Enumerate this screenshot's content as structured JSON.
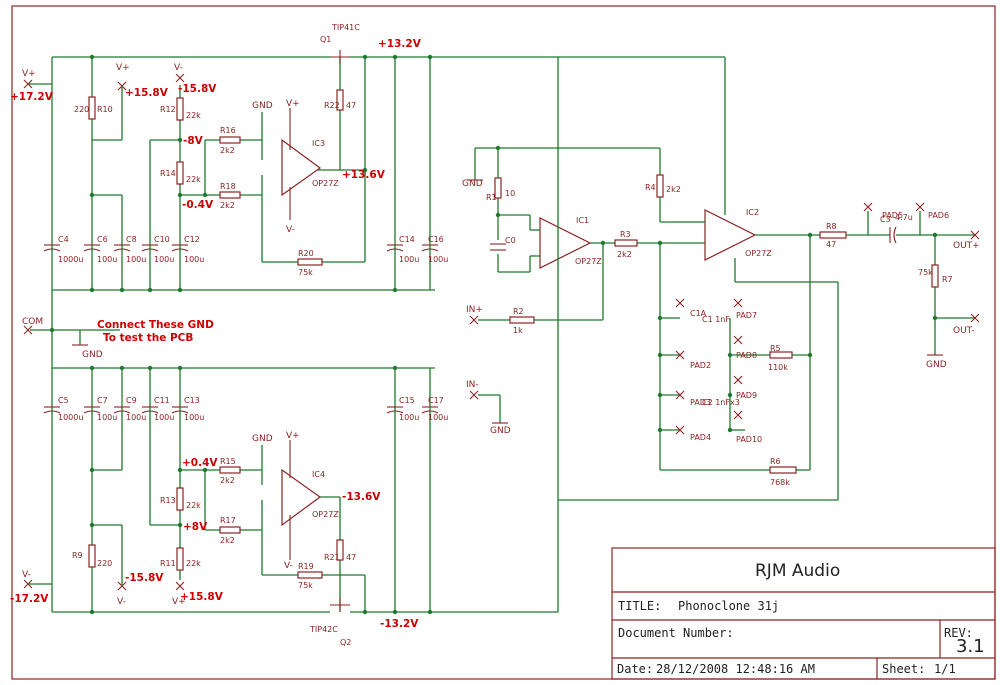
{
  "notes": {
    "line1": "Connect These GND",
    "line2": "To test the PCB"
  },
  "voltages": {
    "v_pos_in": "+17.2V",
    "v_neg_in": "-17.2V",
    "v_158p_top": "+15.8V",
    "v_158n_top": "-15.8V",
    "v_8n": "-8V",
    "v_04n": "-0.4V",
    "v_136p": "+13.6V",
    "v_132p": "+13.2V",
    "v_132n": "-13.2V",
    "v_04p": "+0.4V",
    "v_8p": "+8V",
    "v_136n": "-13.6V",
    "v_158n_bot": "-15.8V",
    "v_158p_bot": "+15.8V"
  },
  "nets": {
    "vplus": "V+",
    "vminus": "V-",
    "gnd": "GND",
    "com": "COM",
    "in_plus": "IN+",
    "in_minus": "IN-",
    "out_plus": "OUT+",
    "out_minus": "OUT-"
  },
  "components": {
    "q1": "Q1",
    "q1_type": "TIP41C",
    "q2": "Q2",
    "q2_type": "TIP42C",
    "r10": "R10",
    "r10_v": "220",
    "r9": "R9",
    "r9_v": "220",
    "r12": "R12",
    "r12_v": "22k",
    "r14": "R14",
    "r14_v": "22k",
    "r13": "R13",
    "r13_v": "22k",
    "r11": "R11",
    "r11_v": "22k",
    "r16": "R16",
    "r16_v": "2k2",
    "r18": "R18",
    "r18_v": "2k2",
    "r15": "R15",
    "r15_v": "2k2",
    "r17": "R17",
    "r17_v": "2k2",
    "r22": "R22",
    "r22_v": "47",
    "r21": "R21",
    "r21_v": "47",
    "r20": "R20",
    "r20_v": "75k",
    "r19": "R19",
    "r19_v": "75k",
    "ic3": "IC3",
    "ic3_t": "OP27Z",
    "ic4": "IC4",
    "ic4_t": "OP27Z",
    "ic1": "IC1",
    "ic1_t": "OP27Z",
    "ic2": "IC2",
    "ic2_t": "OP27Z",
    "c4": "C4",
    "c4_v": "1000u",
    "c6": "C6",
    "c6_v": "100u",
    "c8": "C8",
    "c8_v": "100u",
    "c10": "C10",
    "c10_v": "100u",
    "c12": "C12",
    "c12_v": "100u",
    "c14": "C14",
    "c14_v": "100u",
    "c16": "C16",
    "c16_v": "100u",
    "c5": "C5",
    "c5_v": "1000u",
    "c7": "C7",
    "c7_v": "100u",
    "c9": "C9",
    "c9_v": "100u",
    "c11": "C11",
    "c11_v": "100u",
    "c13": "C13",
    "c13_v": "100u",
    "c15": "C15",
    "c15_v": "100u",
    "c17": "C17",
    "c17_v": "100u",
    "r1": "R1",
    "r1_v": "10",
    "c0": "C0",
    "r2": "R2",
    "r2_v": "1k",
    "r3": "R3",
    "r3_v": "2k2",
    "r4": "R4",
    "r4_v": "2k2",
    "r8": "R8",
    "r8_v": "47",
    "c3": "C3",
    "c3_v": "4.7u",
    "r7": "R7",
    "r7_v": "75k",
    "r5": "R5",
    "r5_v": "110k",
    "r6": "R6",
    "r6_v": "768k",
    "c1a": "C1A",
    "c1": "C1 1nF",
    "c2": "C2 1nFx3",
    "pad2": "PAD2",
    "pad3": "PAD3",
    "pad4": "PAD4",
    "pad5": "PAD5",
    "pad6": "PAD6",
    "pad7": "PAD7",
    "pad8": "PAD8",
    "pad9": "PAD9",
    "pad10": "PAD10"
  },
  "title_block": {
    "company": "RJM Audio",
    "title_label": "TITLE:",
    "title": "Phonoclone 31j",
    "docnum_label": "Document Number:",
    "rev_label": "REV:",
    "rev": "3.1",
    "date_label": "Date:",
    "date": "28/12/2008 12:48:16 AM",
    "sheet_label": "Sheet:",
    "sheet": "1/1"
  },
  "colors": {
    "wire": "#1e7a2e",
    "part": "#8b2323",
    "voltage": "#cc0000"
  }
}
